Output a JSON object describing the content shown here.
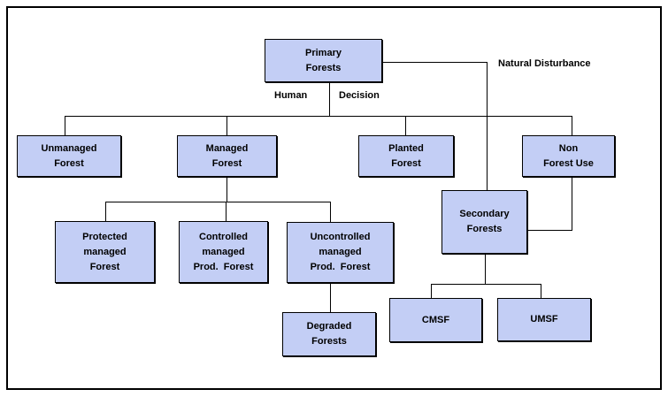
{
  "boxes": {
    "primary": {
      "lines": [
        "Primary",
        "Forests"
      ]
    },
    "unmanaged": {
      "lines": [
        "Unmanaged",
        "Forest"
      ]
    },
    "managed": {
      "lines": [
        "Managed",
        "Forest"
      ]
    },
    "planted": {
      "lines": [
        "Planted",
        "Forest"
      ]
    },
    "non_forest_use": {
      "lines": [
        "Non",
        "Forest Use"
      ]
    },
    "protected": {
      "lines": [
        "Protected",
        "managed",
        "Forest"
      ]
    },
    "controlled": {
      "lines": [
        "Controlled",
        "managed",
        "Prod.  Forest"
      ]
    },
    "uncontrolled": {
      "lines": [
        "Uncontrolled",
        "managed",
        "Prod.  Forest"
      ]
    },
    "secondary": {
      "lines": [
        "Secondary",
        "Forests"
      ]
    },
    "degraded": {
      "lines": [
        "Degraded",
        "Forests"
      ]
    },
    "cmsf": {
      "lines": [
        "CMSF"
      ]
    },
    "umsf": {
      "lines": [
        "UMSF"
      ]
    }
  },
  "labels": {
    "human": "Human",
    "decision": "Decision",
    "natural_disturbance": "Natural Disturbance"
  },
  "edges": [
    [
      "Primary Forests",
      "Unmanaged Forest"
    ],
    [
      "Primary Forests",
      "Managed Forest"
    ],
    [
      "Primary Forests",
      "Planted Forest"
    ],
    [
      "Primary Forests",
      "Non Forest Use"
    ],
    [
      "Primary Forests",
      "Secondary Forests"
    ],
    [
      "Managed Forest",
      "Protected managed Forest"
    ],
    [
      "Managed Forest",
      "Controlled managed Prod. Forest"
    ],
    [
      "Managed Forest",
      "Uncontrolled managed Prod. Forest"
    ],
    [
      "Uncontrolled managed Prod. Forest",
      "Degraded Forests"
    ],
    [
      "Non Forest Use",
      "Secondary Forests"
    ],
    [
      "Secondary Forests",
      "CMSF"
    ],
    [
      "Secondary Forests",
      "UMSF"
    ]
  ],
  "colors": {
    "box_fill": "#c3cef5",
    "box_border": "#000000",
    "line": "#000000",
    "text": "#000000",
    "background": "#ffffff"
  }
}
